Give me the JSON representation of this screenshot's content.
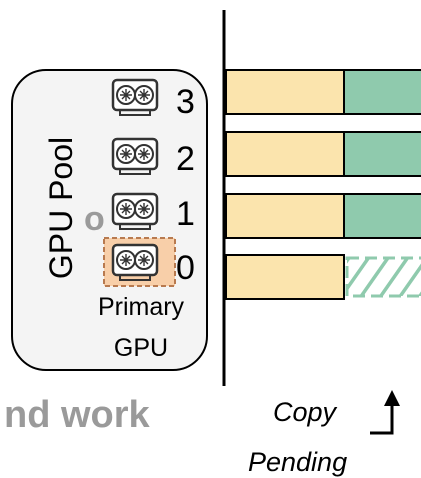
{
  "pool": {
    "label": "GPU Pool",
    "primary_label_line1": "Primary",
    "primary_label_line2": "GPU"
  },
  "gpus": [
    {
      "id": "3"
    },
    {
      "id": "2"
    },
    {
      "id": "1"
    },
    {
      "id": "0",
      "primary": true
    }
  ],
  "partial_text": {
    "left_fragment": "nd work",
    "clipped_letter_fragment": "o"
  },
  "timeline": {
    "copy_label": "Copy",
    "pending_label": "Pending"
  },
  "colors": {
    "compute": "#fbe4ad",
    "copy_done": "#8fcaad",
    "copy_pending_hatch": "#8fcaad",
    "primary_highlight": "#f8cfa9",
    "primary_border": "#b87a4f",
    "pool_fill": "#f4f4f4",
    "gray_text": "#9a9a9a"
  },
  "icons": {
    "gpu": "gpu-card-icon",
    "arrow": "arrow-up-icon"
  }
}
